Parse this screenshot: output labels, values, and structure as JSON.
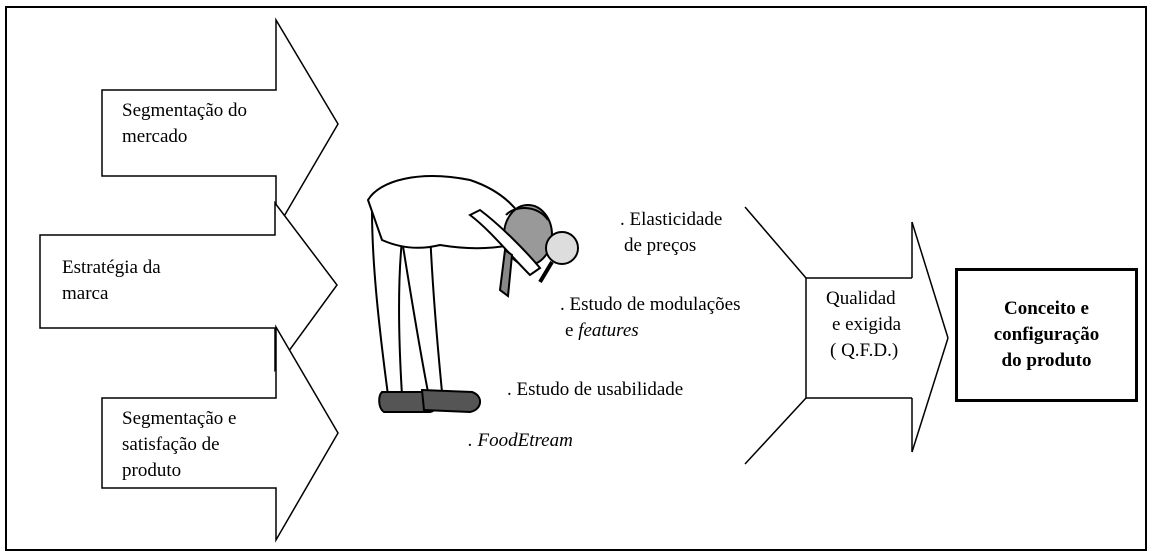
{
  "inputs": [
    {
      "line1": "Segmentação do",
      "line2": "mercado",
      "line3": ""
    },
    {
      "line1": "Estratégia da",
      "line2": "marca",
      "line3": ""
    },
    {
      "line1": "Segmentação e",
      "line2": "satisfação de",
      "line3": "produto"
    }
  ],
  "studies": {
    "elasticity_1": ". Elasticidade",
    "elasticity_2": "de preços",
    "modulation_1": ". Estudo de modulações",
    "modulation_2a": "e ",
    "modulation_2b": "features",
    "usability": ". Estudo de usabilidade",
    "foodstream": ". FoodEtream"
  },
  "qfd": {
    "line1": "Qualidad",
    "line2": "e  exigida",
    "line3": "( Q.F.D.)"
  },
  "output": {
    "line1": "Conceito e",
    "line2": "configuração",
    "line3": "do produto"
  },
  "icons": {
    "inspector": "person-with-magnifying-glass-icon"
  }
}
